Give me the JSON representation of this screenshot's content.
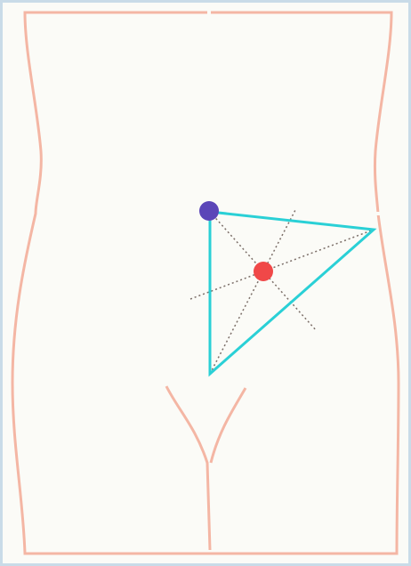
{
  "diagram": {
    "colors": {
      "background": "#fbfbf7",
      "frame": "#c9dbe8",
      "body_outline": "#f4b6a4",
      "triangle": "#2ad0d6",
      "guide_lines": "#7b6e68",
      "marker_top": "#5b46b8",
      "marker_center": "#f04848"
    },
    "markers": [
      {
        "id": "top-left-marker",
        "color_key": "marker_top"
      },
      {
        "id": "center-marker",
        "color_key": "marker_center"
      }
    ]
  }
}
